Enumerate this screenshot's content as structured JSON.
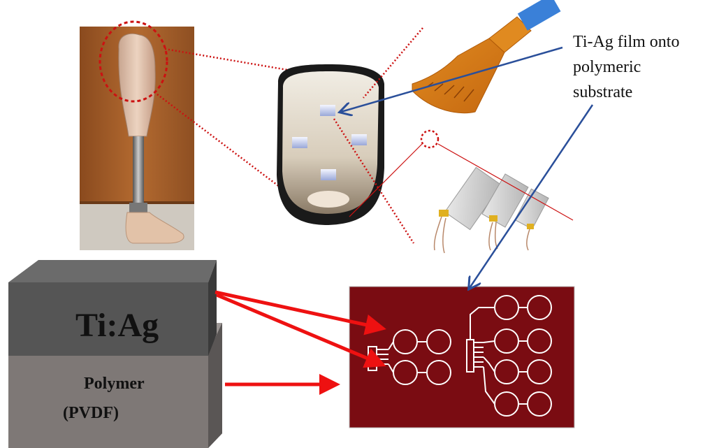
{
  "annotation": {
    "lines": [
      "Ti-Ag film onto",
      "polymeric",
      "substrate"
    ]
  },
  "blocks": {
    "top_label": "Ti:Ag",
    "bottom_label_line1": "Polymer",
    "bottom_label_line2": "(PVDF)"
  },
  "colors": {
    "callout_red": "#cc1111",
    "arrow_red": "#ee1111",
    "arrow_blue": "#2a4f9a",
    "pcb_board": "#7a0c12",
    "trace_white": "#ffffff",
    "tiag_block": "#555555",
    "polymer_block": "#7e7876"
  }
}
